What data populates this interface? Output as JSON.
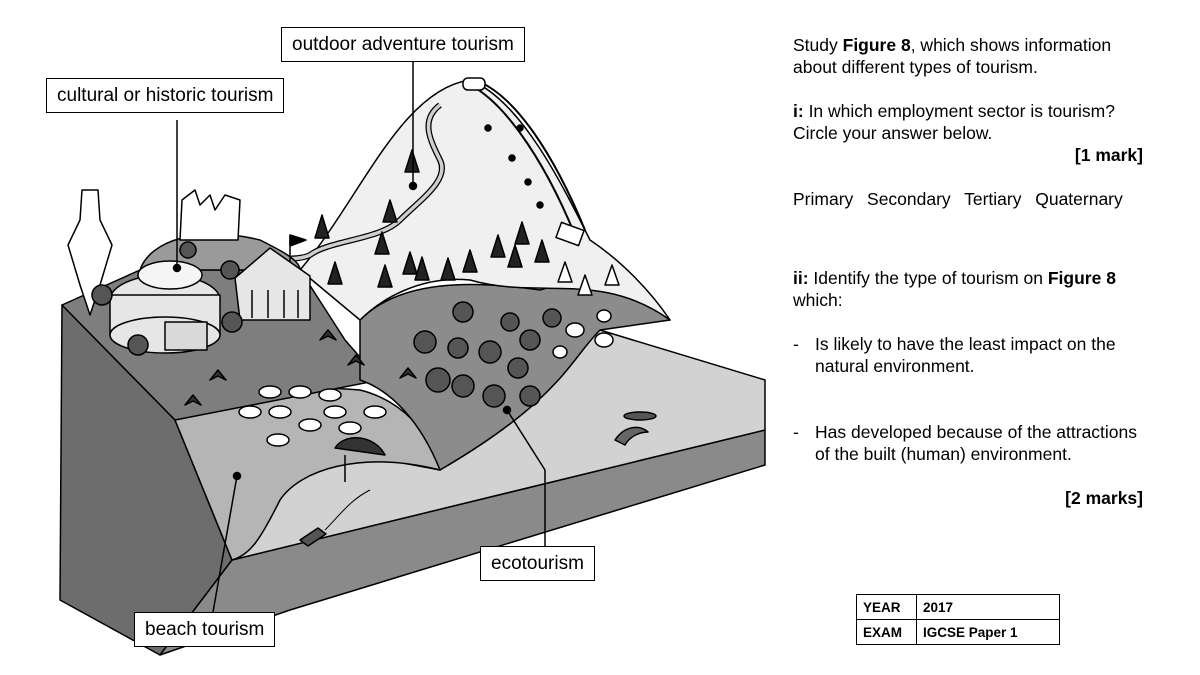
{
  "figure": {
    "labels": {
      "outdoor": "outdoor adventure tourism",
      "cultural": "cultural or historic tourism",
      "ecotourism": "ecotourism",
      "beach": "beach tourism"
    }
  },
  "question": {
    "intro_prefix": "Study ",
    "intro_bold": "Figure 8",
    "intro_suffix": ", which shows information about different types of tourism.",
    "q1_tag": "i:",
    "q1_text": " In which employment sector is tourism? Circle your answer below.",
    "q1_marks": "[1 mark]",
    "options": [
      "Primary",
      "Secondary",
      "Tertiary",
      "Quaternary"
    ],
    "q2_tag": "ii:",
    "q2_prefix": " Identify the type of tourism on ",
    "q2_bold": "Figure 8",
    "q2_suffix": " which:",
    "bullet_dash": "-",
    "bullets": [
      "Is likely to have the least impact on the natural environment.",
      "Has developed because of the attractions of the built (human) environment."
    ],
    "q2_marks": "[2 marks]"
  },
  "meta": {
    "year_label": "YEAR",
    "year_value": "2017",
    "exam_label": "EXAM",
    "exam_value": "IGCSE Paper 1"
  }
}
